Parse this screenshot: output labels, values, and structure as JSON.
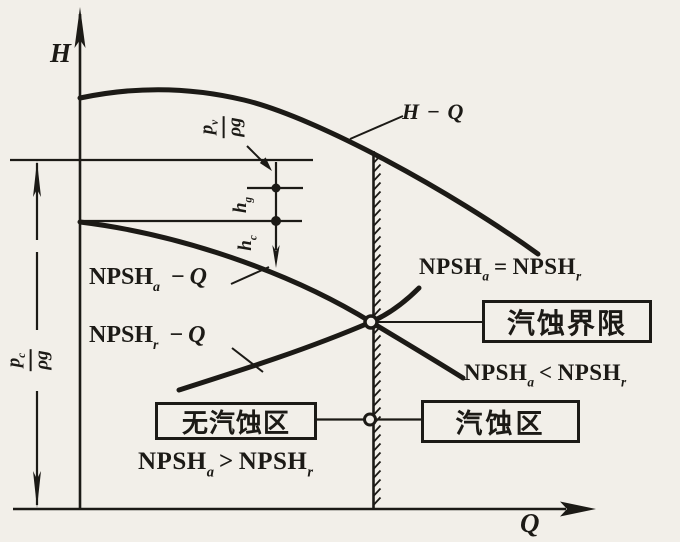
{
  "colors": {
    "background": "#f2efe9",
    "ink": "#1c1a16"
  },
  "axes": {
    "y_label": "H",
    "x_label": "Q"
  },
  "curve_labels": {
    "hq": "H − Q",
    "npsha": {
      "base": "NPSH",
      "sub": "a",
      "minus": "−",
      "q": "Q"
    },
    "npshr": {
      "base": "NPSH",
      "sub": "r",
      "minus": "−",
      "q": "Q"
    }
  },
  "relations": {
    "at_boundary": {
      "lhs": "NPSH",
      "lhs_sub": "a",
      "op": "=",
      "rhs": "NPSH",
      "rhs_sub": "r"
    },
    "cavitation": {
      "lhs": "NPSH",
      "lhs_sub": "a",
      "op": "<",
      "rhs": "NPSH",
      "rhs_sub": "r"
    },
    "no_cavitation": {
      "lhs": "NPSH",
      "lhs_sub": "a",
      "op": ">",
      "rhs": "NPSH",
      "rhs_sub": "r"
    }
  },
  "callouts": {
    "boundary": "汽蚀界限",
    "no_cavitation_zone": "无汽蚀区",
    "cavitation_zone": "汽蚀区"
  },
  "dimensions": {
    "pv": {
      "num": "p",
      "num_sub": "v",
      "den": "ρg"
    },
    "pc": {
      "num": "p",
      "num_sub": "c",
      "den": "ρg"
    },
    "hg": {
      "base": "h",
      "sub": "g"
    },
    "hc": {
      "base": "h",
      "sub": "c"
    }
  }
}
